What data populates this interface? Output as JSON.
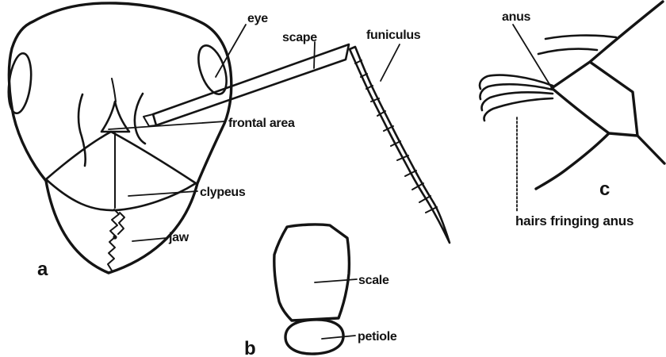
{
  "diagram": {
    "background": "#ffffff",
    "ink_color": "#141414",
    "panels": {
      "a": {
        "letter": "a",
        "subject": "ant head, front view",
        "labels": {
          "eye": "eye",
          "scape": "scape",
          "funiculus": "funiculus",
          "frontal_area": "frontal area",
          "clypeus": "clypeus",
          "jaw": "jaw"
        }
      },
      "b": {
        "letter": "b",
        "subject": "petiole, side view",
        "labels": {
          "scale": "scale",
          "petiole": "petiole"
        }
      },
      "c": {
        "letter": "c",
        "subject": "gaster tip",
        "labels": {
          "anus": "anus",
          "hairs_fringing_anus": "hairs fringing anus"
        }
      }
    }
  }
}
